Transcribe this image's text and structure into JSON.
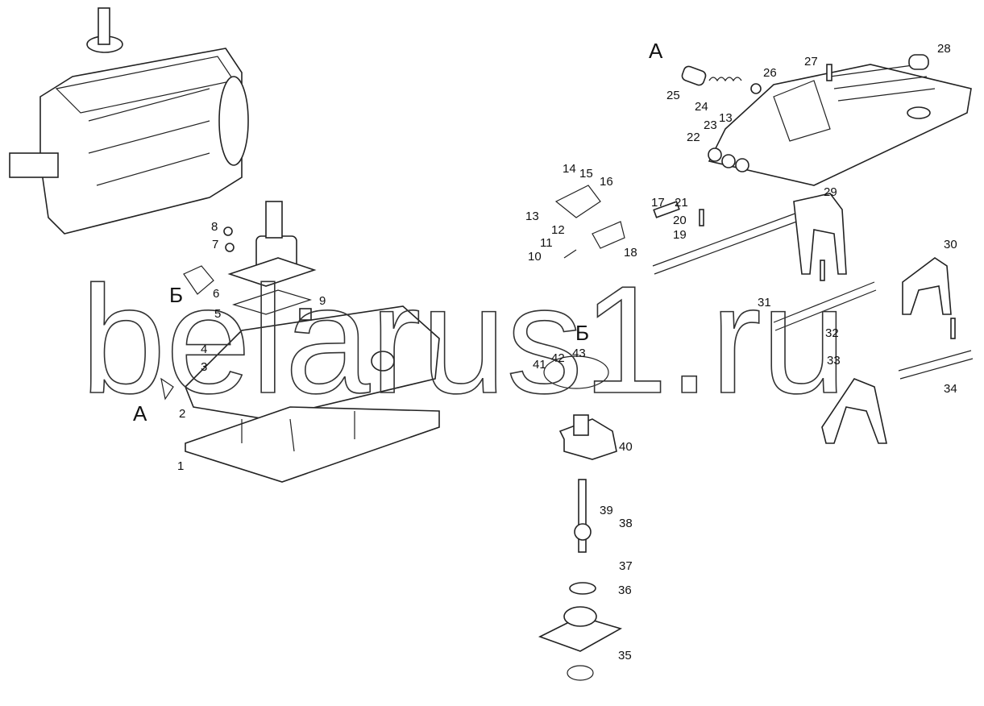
{
  "diagram": {
    "watermark": "belarus1.ru",
    "view_markers": {
      "a_main": "А",
      "a_arrow": "А",
      "b_arrow": "Б",
      "b_view": "Б"
    },
    "part_numbers": [
      "1",
      "2",
      "3",
      "4",
      "5",
      "6",
      "7",
      "8",
      "9",
      "10",
      "11",
      "12",
      "13",
      "14",
      "15",
      "16",
      "17",
      "18",
      "19",
      "20",
      "21",
      "22",
      "23",
      "24",
      "25",
      "26",
      "27",
      "28",
      "29",
      "30",
      "31",
      "32",
      "33",
      "34",
      "35",
      "36",
      "37",
      "38",
      "39",
      "40",
      "41",
      "42",
      "43"
    ],
    "extra_labels": {
      "13b": "13"
    }
  }
}
